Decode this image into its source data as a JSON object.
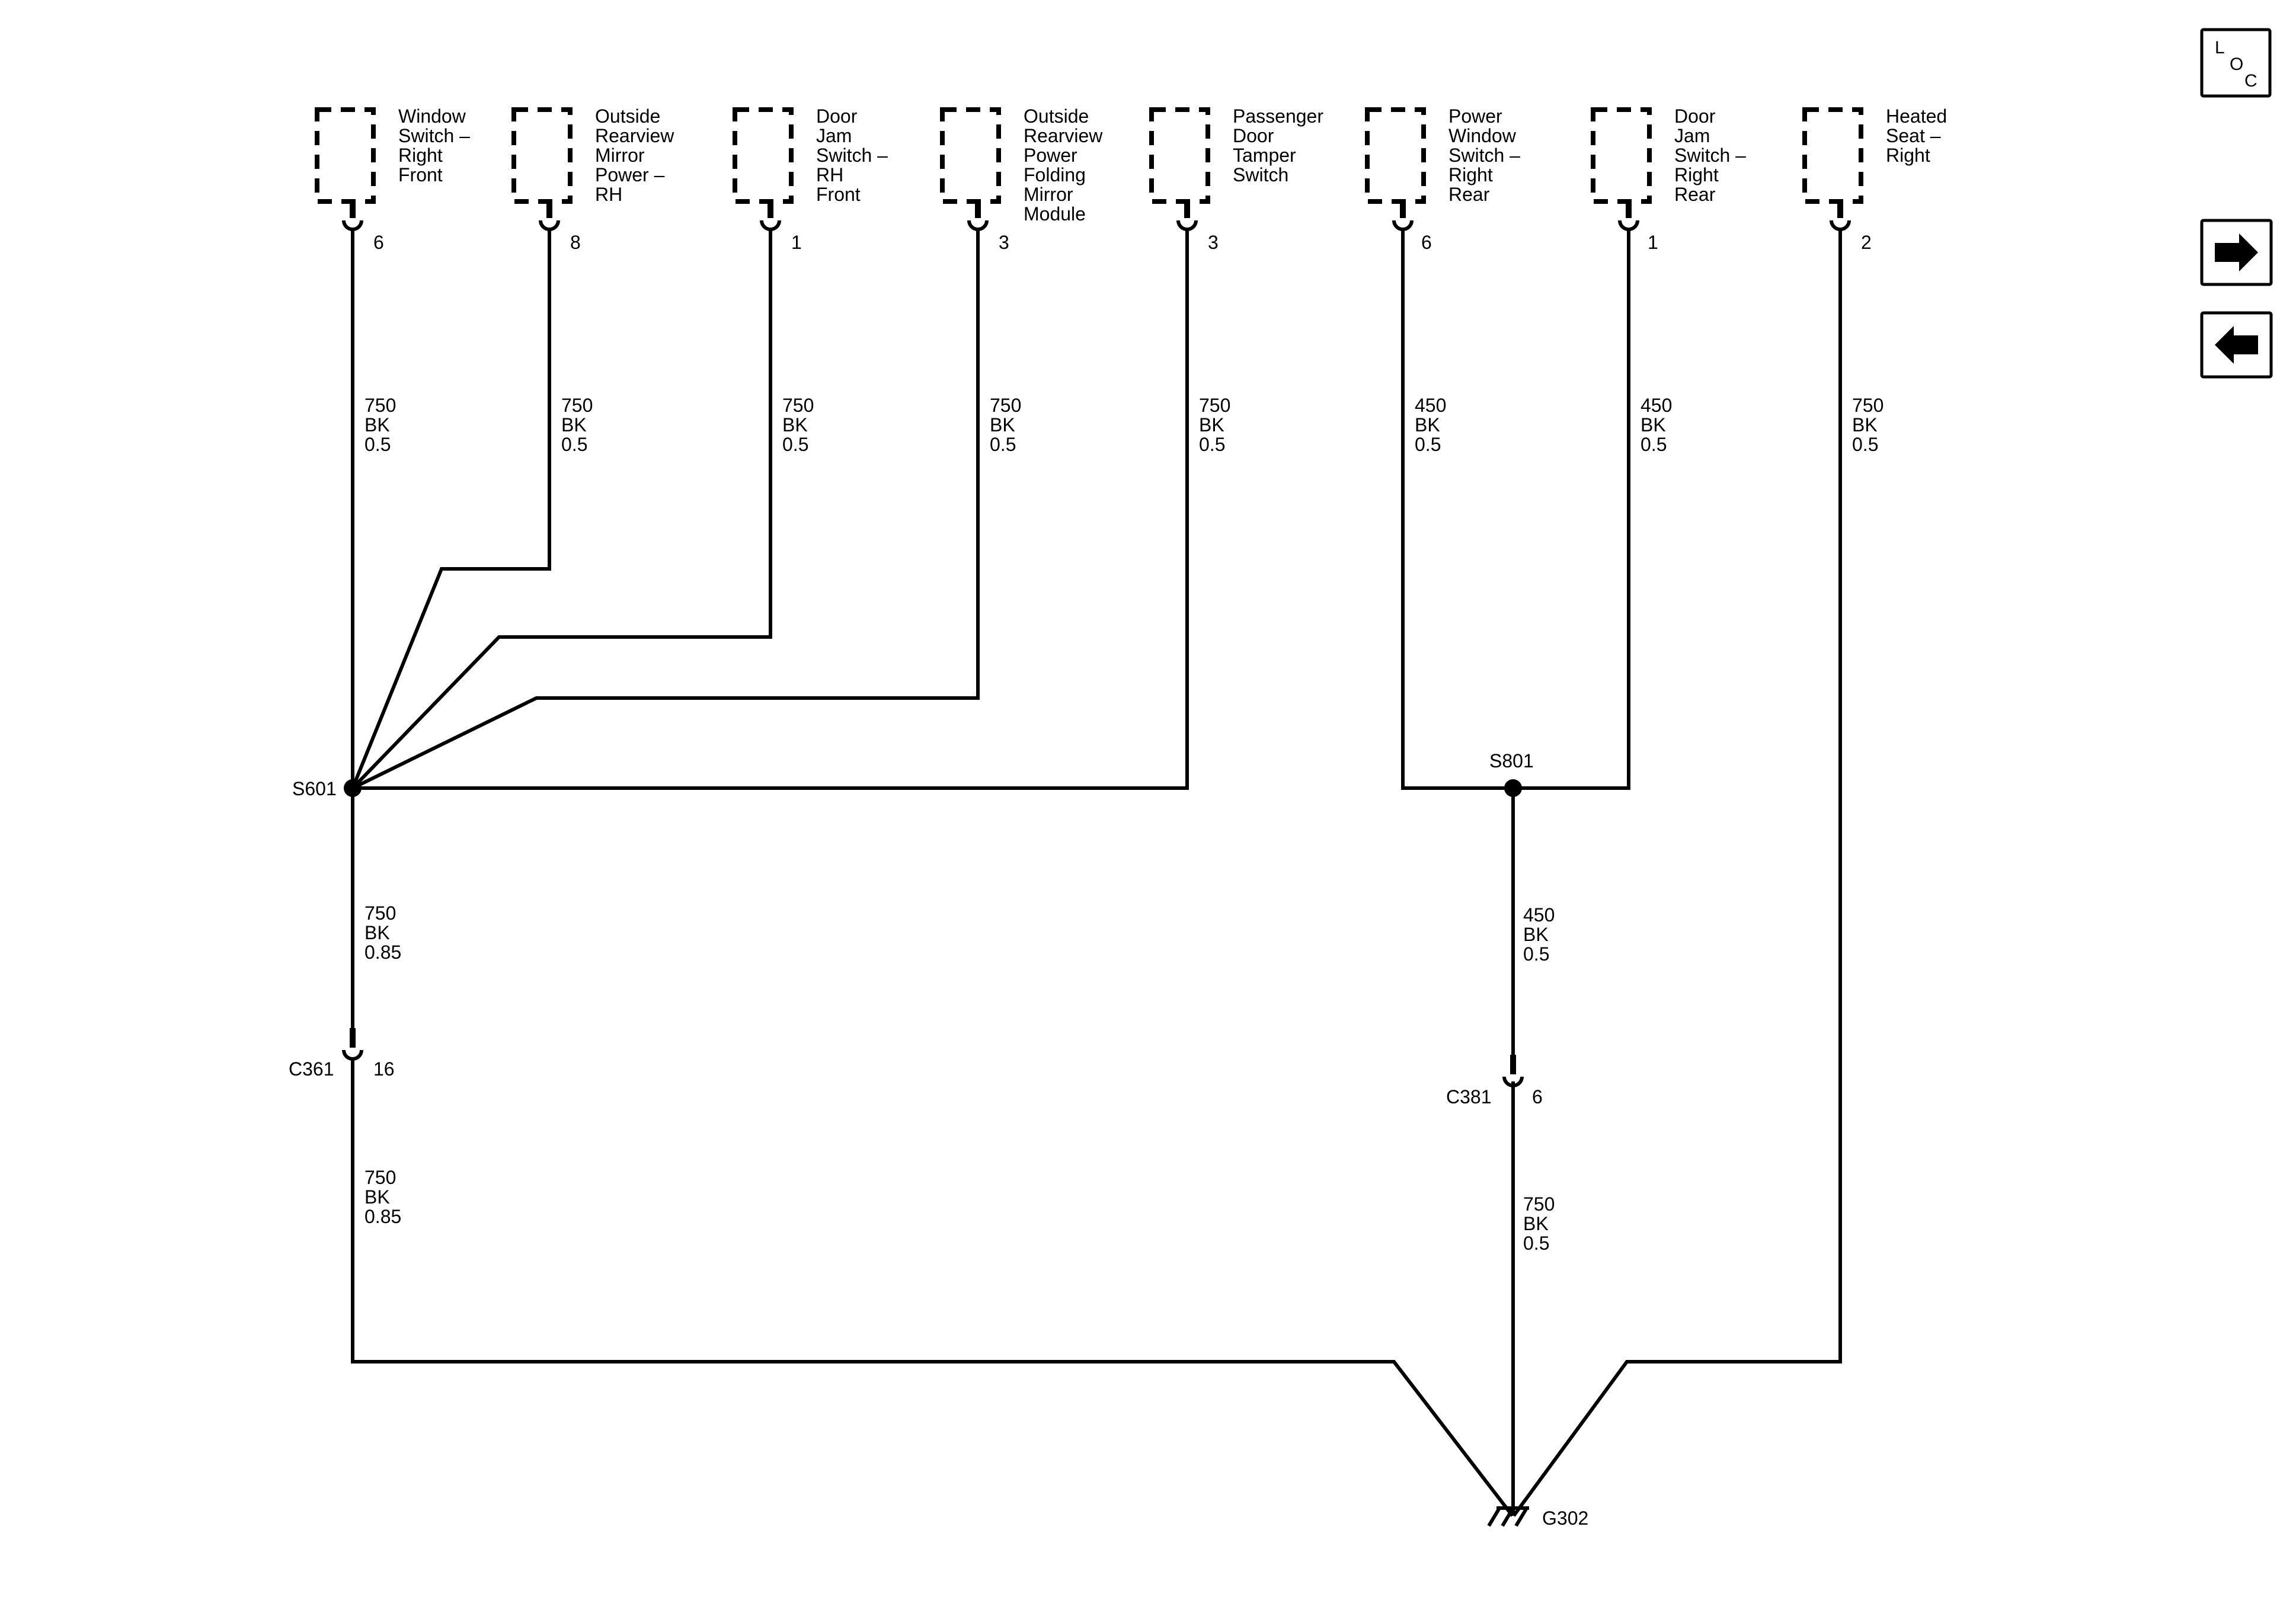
{
  "components": [
    {
      "name": "Window Switch – Right Front",
      "lines": [
        "Window",
        "Switch –",
        "Right",
        "Front"
      ],
      "pin": "6"
    },
    {
      "name": "Outside Rearview Mirror Power – RH",
      "lines": [
        "Outside",
        "Rearview",
        "Mirror",
        "Power –",
        "RH"
      ],
      "pin": "8"
    },
    {
      "name": "Door Jam Switch – RH Front",
      "lines": [
        "Door",
        "Jam",
        "Switch –",
        "RH",
        "Front"
      ],
      "pin": "1"
    },
    {
      "name": "Outside Rearview Power Folding Mirror Module",
      "lines": [
        "Outside",
        "Rearview",
        "Power",
        "Folding",
        "Mirror",
        "Module"
      ],
      "pin": "3"
    },
    {
      "name": "Passenger Door Tamper Switch",
      "lines": [
        "Passenger",
        "Door",
        "Tamper",
        "Switch"
      ],
      "pin": "3"
    },
    {
      "name": "Power Window Switch – Right Rear",
      "lines": [
        "Power",
        "Window",
        "Switch –",
        "Right",
        "Rear"
      ],
      "pin": "6"
    },
    {
      "name": "Door Jam Switch – Right Rear",
      "lines": [
        "Door",
        "Jam",
        "Switch –",
        "Right",
        "Rear"
      ],
      "pin": "1"
    },
    {
      "name": "Heated Seat – Right",
      "lines": [
        "Heated",
        "Seat –",
        "Right"
      ],
      "pin": "2"
    }
  ],
  "wire_labels": [
    [
      "750",
      "BK",
      "0.5"
    ],
    [
      "750",
      "BK",
      "0.5"
    ],
    [
      "750",
      "BK",
      "0.5"
    ],
    [
      "750",
      "BK",
      "0.5"
    ],
    [
      "750",
      "BK",
      "0.5"
    ],
    [
      "450",
      "BK",
      "0.5"
    ],
    [
      "450",
      "BK",
      "0.5"
    ],
    [
      "750",
      "BK",
      "0.5"
    ],
    [
      "750",
      "BK",
      "0.85"
    ],
    [
      "750",
      "BK",
      "0.85"
    ],
    [
      "450",
      "BK",
      "0.5"
    ],
    [
      "750",
      "BK",
      "0.5"
    ]
  ],
  "splices": [
    "S601",
    "S801"
  ],
  "connectors": [
    {
      "name": "C361",
      "pin": "16"
    },
    {
      "name": "C381",
      "pin": "6"
    }
  ],
  "ground": "G302",
  "nav": {
    "loc_letters": [
      "L",
      "O",
      "C"
    ],
    "next_icon": "arrow-right-icon",
    "prev_icon": "arrow-left-icon"
  }
}
